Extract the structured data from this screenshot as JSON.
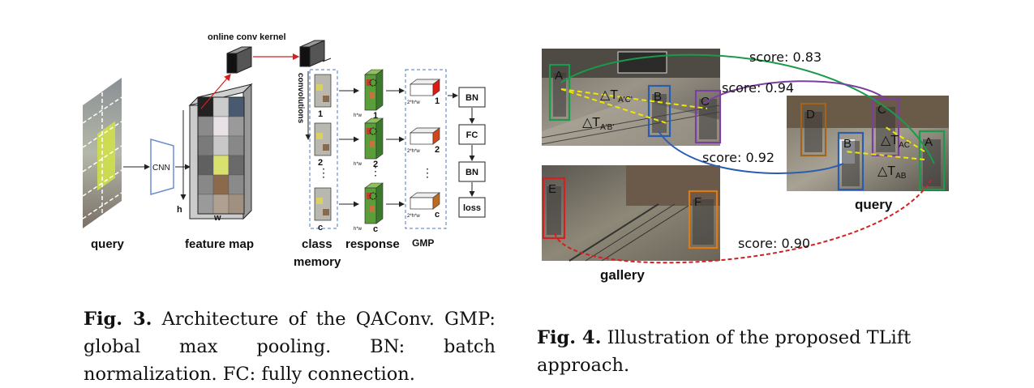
{
  "figure3": {
    "labels": {
      "kernel": "online conv kernel",
      "convolutions": "convolutions",
      "cnn": "CNN",
      "query": "query",
      "feature_map": "feature map",
      "h": "h",
      "w": "w",
      "class_memory_1": "class",
      "class_memory_2": "memory",
      "response": "response",
      "gmp": "GMP",
      "dim_small": "h*w",
      "dim_big": "2*h*w",
      "rows": [
        "1",
        "2",
        "c"
      ],
      "dots": "⋮",
      "pipeline": [
        "BN",
        "FC",
        "BN",
        "loss"
      ]
    },
    "caption_label": "Fig. 3.",
    "caption_text": "Architecture of the QAConv. GMP: global max pooling. BN: batch normalization. FC: fully connection."
  },
  "figure4": {
    "labels": {
      "gallery": "gallery",
      "query": "query"
    },
    "scores": [
      "score: 0.83",
      "score: 0.94",
      "score: 0.92",
      "score: 0.90"
    ],
    "person_letters": [
      "A",
      "B",
      "C",
      "D",
      "E",
      "F"
    ],
    "deltas": [
      {
        "sym": "△T",
        "sub": "A'C'"
      },
      {
        "sym": "△T",
        "sub": "A'B'"
      },
      {
        "sym": "△T",
        "sub": "AC"
      },
      {
        "sym": "△T",
        "sub": "AB"
      }
    ],
    "colors": {
      "green": "#1a9a4a",
      "purple": "#7a3fa0",
      "blue": "#2a5db0",
      "red": "#d42020",
      "orange": "#e07a10",
      "brown": "#a0641e",
      "yellow": "#f2e600"
    },
    "caption_label": "Fig. 4.",
    "caption_text": "Illustration of the proposed TLift approach."
  }
}
